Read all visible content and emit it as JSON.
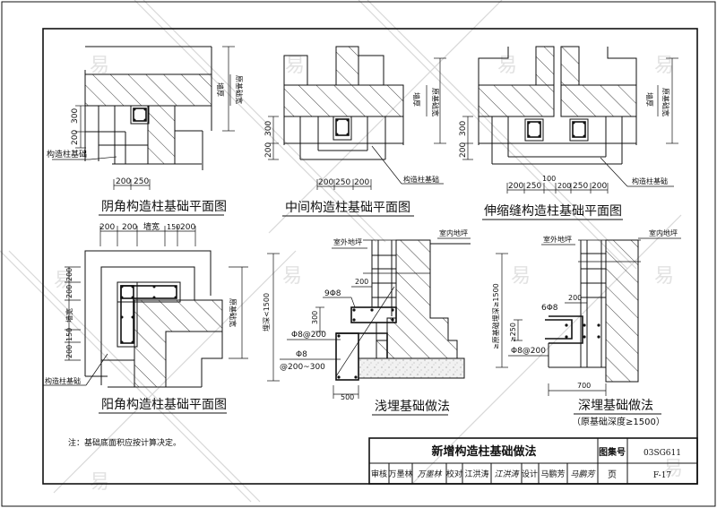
{
  "drawing": {
    "title": "新增构造柱基础做法",
    "atlas_label": "图集号",
    "atlas_no": "03SG611",
    "page_label": "页",
    "page_no": "F-17",
    "note": "注：基础底面积应按计算决定。",
    "signatures": [
      {
        "role": "审核",
        "name": "万墨林",
        "sign": "万墨林"
      },
      {
        "role": "校对",
        "name": "江洪涛",
        "sign": "江洪涛"
      },
      {
        "role": "设计",
        "name": "马鹏芳",
        "sign": "马鹏芳"
      }
    ],
    "watermark": "易"
  },
  "views": {
    "inner_corner": {
      "title": "阴角构造柱基础平面图",
      "dims_v": [
        "300",
        "200"
      ],
      "dims_h": [
        "200",
        "250"
      ],
      "wall_label": "墙厚",
      "found_label": "原基础宽",
      "leader": "构造柱基础"
    },
    "middle": {
      "title": "中间构造柱基础平面图",
      "dims_v": [
        "300",
        "200"
      ],
      "dims_h": [
        "200",
        "250",
        "200"
      ],
      "wall_label": "墙厚",
      "found_label": "原基础宽",
      "leader": "构造柱基础"
    },
    "joint": {
      "title": "伸缩缝构造柱基础平面图",
      "dims_v": [
        "300",
        "200"
      ],
      "dims_h": [
        "200",
        "250",
        "100",
        "200",
        "250",
        "200"
      ],
      "wall_label": "墙厚",
      "found_label": "原基础宽",
      "leader": "构造柱基础"
    },
    "outer_corner": {
      "title": "阳角构造柱基础平面图",
      "dims_h": [
        "200",
        "200",
        "墙宽",
        "150",
        "200"
      ],
      "dims_v": [
        "200",
        "200",
        "墙宽",
        "150",
        "200"
      ],
      "found_label": "原基础宽",
      "leader": "构造柱基础"
    },
    "shallow": {
      "title": "浅埋基础做法",
      "outdoor": "室外地坪",
      "indoor": "室内地坪",
      "depth": "埋深<1500",
      "d200": "200",
      "d300": "300",
      "d500": "500",
      "rebar1": "9Φ8",
      "rebar2": "Φ8@200",
      "rebar3": "Φ8",
      "rebar4": "@200~300"
    },
    "deep": {
      "title": "深埋基础做法",
      "subtitle": "（原基础深度≥1500）",
      "outdoor": "室外地坪",
      "indoor": "室内地坪",
      "depth": "≥原基础埋深≥1500",
      "d200": "200",
      "d250": "≥250",
      "d700": "700",
      "rebar1": "6Φ8",
      "rebar2": "Φ8@200"
    }
  }
}
